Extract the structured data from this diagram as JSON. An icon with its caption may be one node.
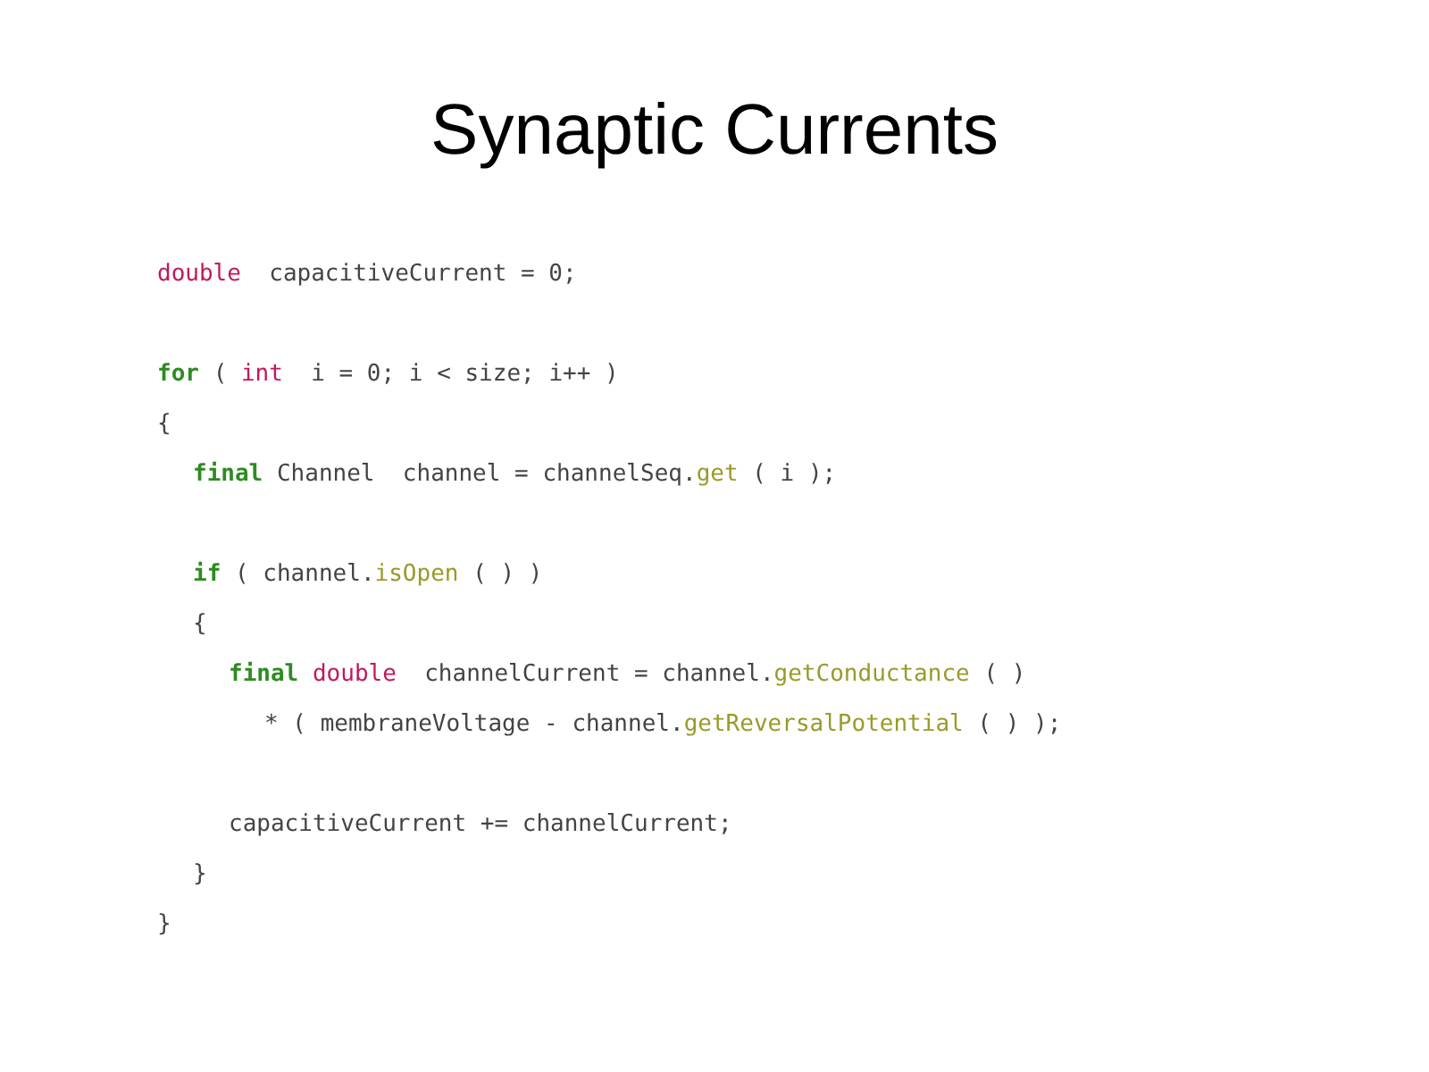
{
  "diagram": {
    "title": "Synaptic Currents",
    "labels": [
      "double  capacitiveCurrent = 0;",
      "for ( int  i = 0; i < size; i++ )",
      "{",
      "final Channel  channel = channelSeq.get ( i );",
      "if ( channel.isOpen ( ) )",
      "{",
      "final double  channelCurrent = channel.getConductance ( )",
      "* ( membraneVoltage - channel.getReversalPotential ( ) );",
      "capacitiveCurrent += channelCurrent;",
      "}",
      "}"
    ]
  }
}
